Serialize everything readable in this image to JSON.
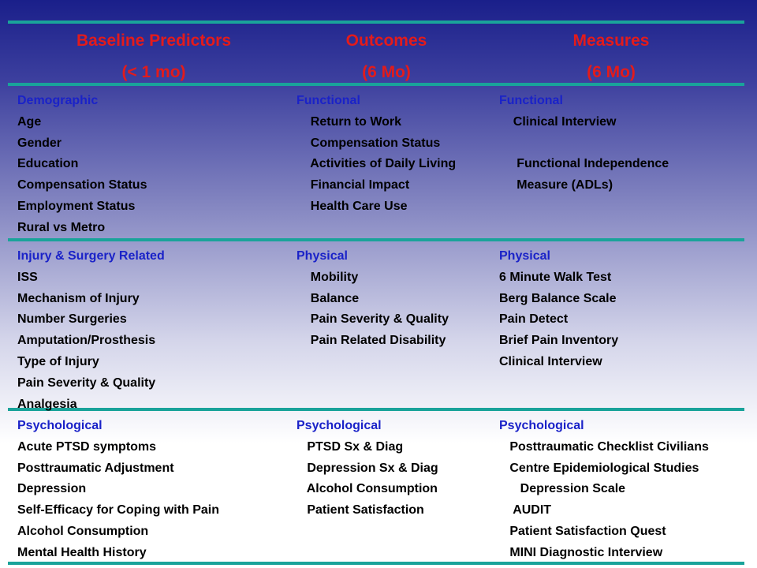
{
  "header": {
    "predictors": [
      "Baseline Predictors",
      "(< 1 mo)"
    ],
    "outcomes": [
      "Outcomes",
      "(6 Mo)"
    ],
    "measures": [
      "Measures",
      "(6 Mo)"
    ]
  },
  "colors": {
    "header_text": "#e31b1b",
    "category_text": "#1a22c8",
    "divider": "#1aa39a"
  },
  "sections": [
    {
      "predictors": [
        "Demographic",
        "Age",
        "Gender",
        "Education",
        "Compensation Status",
        "Employment Status",
        "Rural vs Metro"
      ],
      "outcomes": [
        "Functional",
        "    Return to Work",
        "    Compensation Status",
        "    Activities of Daily Living",
        "    Financial Impact",
        "    Health Care Use"
      ],
      "measures": [
        "Functional",
        "    Clinical Interview",
        "",
        "     Functional Independence",
        "     Measure (ADLs)"
      ]
    },
    {
      "predictors": [
        "Injury & Surgery Related",
        "ISS",
        "Mechanism of Injury",
        "Number Surgeries",
        "Amputation/Prosthesis",
        "Type of Injury",
        "Pain Severity & Quality",
        "Analgesia"
      ],
      "outcomes": [
        "Physical",
        "    Mobility",
        "    Balance",
        "    Pain Severity & Quality",
        "    Pain Related Disability"
      ],
      "measures": [
        "Physical",
        "6 Minute Walk Test",
        "Berg Balance Scale",
        "Pain Detect",
        "Brief Pain Inventory",
        "Clinical Interview"
      ]
    },
    {
      "predictors": [
        "Psychological",
        "Acute PTSD symptoms",
        "Posttraumatic Adjustment",
        "Depression",
        "Self-Efficacy for Coping with Pain",
        "Alcohol Consumption",
        "Mental Health History"
      ],
      "outcomes": [
        "Psychological",
        "   PTSD Sx & Diag",
        "   Depression Sx & Diag",
        "   Alcohol Consumption",
        "   Patient Satisfaction"
      ],
      "measures": [
        "Psychological",
        "   Posttraumatic Checklist Civilians",
        "   Centre Epidemiological Studies",
        "      Depression Scale",
        "    AUDIT",
        "   Patient Satisfaction Quest",
        "   MINI Diagnostic Interview"
      ]
    }
  ]
}
